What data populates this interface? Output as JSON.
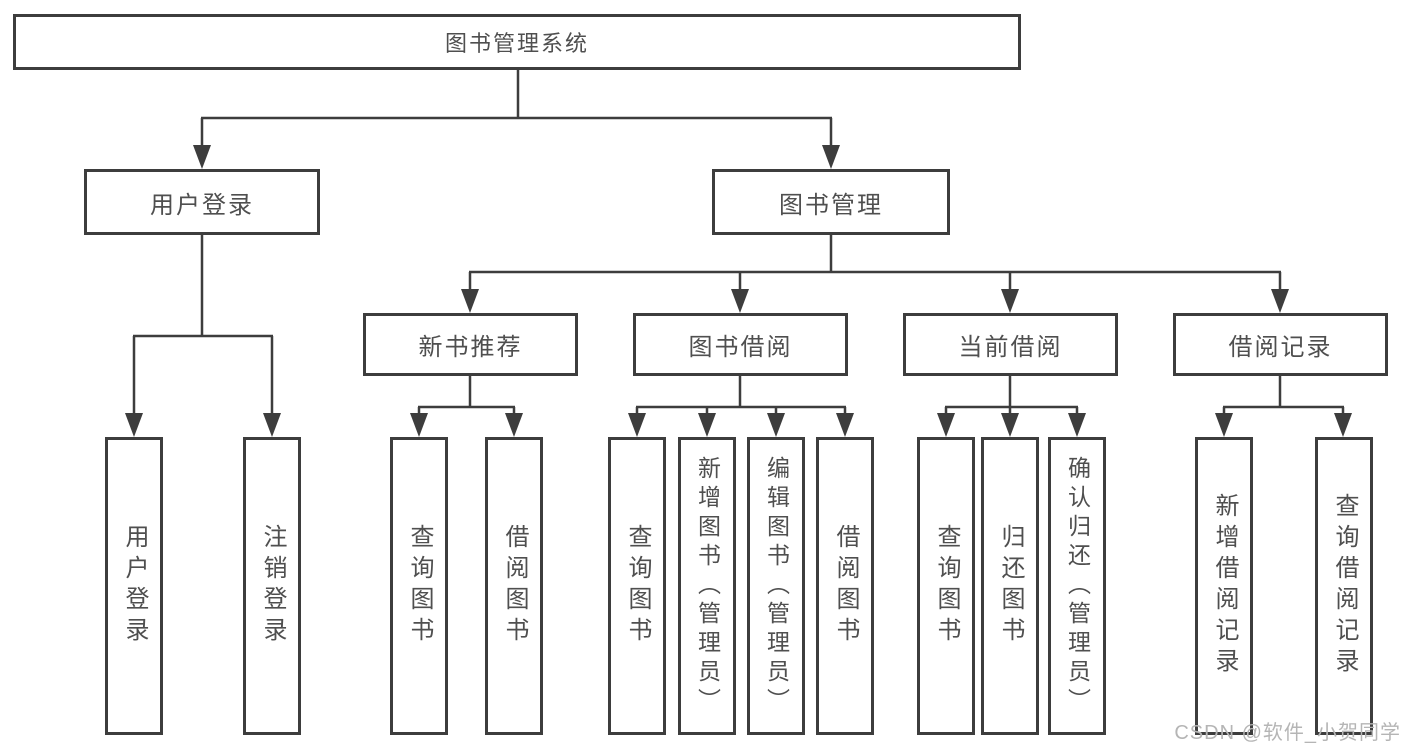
{
  "diagram": {
    "root": "图书管理系统",
    "level2": {
      "user_login": "用户登录",
      "book_management": "图书管理"
    },
    "level3": {
      "new_books": "新书推荐",
      "book_borrow": "图书借阅",
      "current_borrow": "当前借阅",
      "borrow_records": "借阅记录"
    },
    "leaves": {
      "user_login": [
        "用户登录",
        "注销登录"
      ],
      "new_books": [
        "查询图书",
        "借阅图书"
      ],
      "book_borrow": [
        "查询图书",
        "新增图书（管理员）",
        "编辑图书（管理员）",
        "借阅图书"
      ],
      "current_borrow": [
        "查询图书",
        "归还图书",
        "确认归还（管理员）"
      ],
      "borrow_records": [
        "新增借阅记录",
        "查询借阅记录"
      ]
    },
    "watermark": "CSDN @软件_小贺同学",
    "colors": {
      "line": "#3d3d3d",
      "text": "#4f4f4f",
      "watermark": "#b5b5b5",
      "background": "#ffffff"
    }
  }
}
